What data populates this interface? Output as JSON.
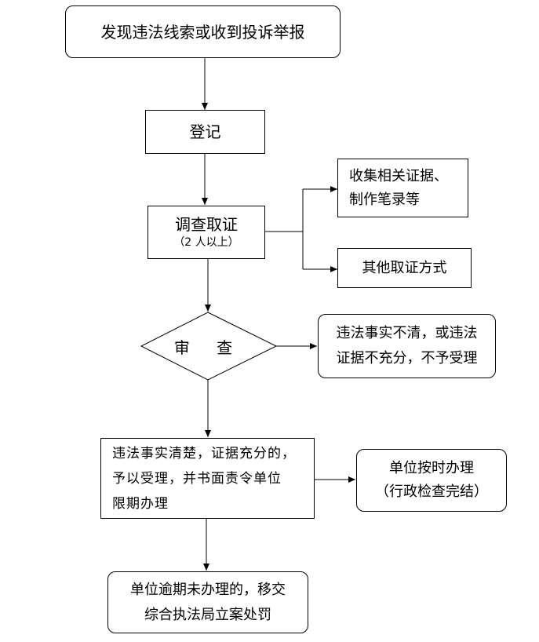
{
  "nodes": {
    "start": "发现违法线索或收到投诉举报",
    "register": "登记",
    "investigate": {
      "line1": "调查取证",
      "line2": "（2 人以上）"
    },
    "collect": {
      "line1": "收集相关证据、",
      "line2": "制作笔录等"
    },
    "other": "其他取证方式",
    "review": "审 查",
    "reject": {
      "line1": "违法事实不清，或违法",
      "line2": "证据不充分，不予受理"
    },
    "accept": {
      "line1": "违法事实清楚，证据充分的，",
      "line2": "予以受理，并书面责令单位",
      "line3": "限期办理"
    },
    "complete": {
      "line1": "单位按时办理",
      "line2": "（行政检查完结）"
    },
    "transfer": {
      "line1": "单位逾期未办理的，移交",
      "line2": "综合执法局立案处罚"
    }
  }
}
